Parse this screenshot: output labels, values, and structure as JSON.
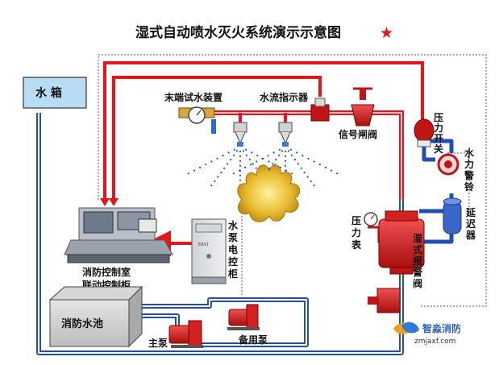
{
  "title": "湿式自动喷水灭火系统演示示意图",
  "star": "★",
  "labels": {
    "water_tank": "水  箱",
    "end_test": "末端试水装置",
    "flow_indicator": "水流指示器",
    "signal_valve": "信号闸阀",
    "pressure_switch": [
      "压",
      "力",
      "开",
      "关"
    ],
    "water_alarm_bell": [
      "水",
      "力",
      "警",
      "铃"
    ],
    "delay_device": [
      "延",
      "迟",
      "器"
    ],
    "pressure_gauge": [
      "压",
      "力",
      "表"
    ],
    "alarm_valve": [
      "湿",
      "式",
      "报",
      "警",
      "阀"
    ],
    "pump_control": [
      "水",
      "泵",
      "电",
      "控",
      "柜"
    ],
    "control_room_1": "消防控制室",
    "control_room_2": "联动控制柜",
    "fire_pool": "消防水池",
    "main_pump": "主泵",
    "backup_pump": "备用泵",
    "cabinet_brand": "EAST"
  },
  "watermark": {
    "name": "智淼消防",
    "url": "zmjaxf.com"
  },
  "colors": {
    "red_pipe": "#e8141b",
    "blue_pipe": "#1f4fb4",
    "dotted_pipe": "#555555",
    "tank_fill": "#b9dcf5",
    "fire": "#e0b52a"
  }
}
